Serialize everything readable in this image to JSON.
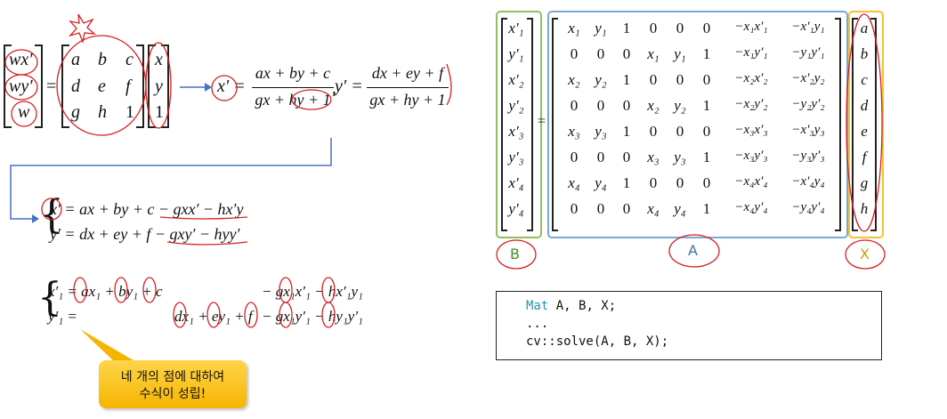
{
  "colors": {
    "box_b": "#8fbf5f",
    "box_a": "#7aa7d6",
    "box_x": "#f2c230",
    "arrow": "#4472c4",
    "annotation": "#d42020",
    "keyword": "#2b91af",
    "callout": "#f5b400"
  },
  "homography": {
    "lhs": [
      "wx′",
      "wy′",
      "w"
    ],
    "matrix": [
      [
        "a",
        "b",
        "c"
      ],
      [
        "d",
        "e",
        "f"
      ],
      [
        "g",
        "h",
        "1"
      ]
    ],
    "vec": [
      "x",
      "y",
      "1"
    ],
    "eq_sign": "=",
    "x_prime": "x′ =",
    "x_num": "ax + by + c",
    "x_den": "gx + hy + 1",
    "sep": ",",
    "y_prime": "y′ =",
    "y_num": "dx + ey + f",
    "y_den": "gx + hy + 1"
  },
  "linear": {
    "line1": "x′ = ax + by + c − gxx′ − hx′y",
    "line2": "y′ = dx + ey + f − gxy′ − hyy′"
  },
  "expanded": {
    "line1_left": "x′₁ = ax₁ + by₁ + c",
    "line1_right": "− gx₁x′₁ − hx′₁y₁",
    "line2_left": "y′₁ =",
    "line2_mid": "dx₁ + ey₁ + f",
    "line2_right": "− gx₁y′₁ − hy₁y′₁"
  },
  "callout": {
    "line1": "네 개의 점에 대하여",
    "line2": "수식이 성립!"
  },
  "system": {
    "b": [
      "x′₁",
      "y′₁",
      "x′₂",
      "y′₂",
      "x′₃",
      "y′₃",
      "x′₄",
      "y′₄"
    ],
    "a_rows": [
      [
        "x₁",
        "y₁",
        "1",
        "0",
        "0",
        "0",
        "−x₁x′₁",
        "−x′₁y₁"
      ],
      [
        "0",
        "0",
        "0",
        "x₁",
        "y₁",
        "1",
        "−x₁y′₁",
        "−y₁y′₁"
      ],
      [
        "x₂",
        "y₂",
        "1",
        "0",
        "0",
        "0",
        "−x₂x′₂",
        "−x′₂y₂"
      ],
      [
        "0",
        "0",
        "0",
        "x₂",
        "y₂",
        "1",
        "−x₂y′₂",
        "−y₂y′₂"
      ],
      [
        "x₃",
        "y₃",
        "1",
        "0",
        "0",
        "0",
        "−x₃x′₃",
        "−x′₃y₃"
      ],
      [
        "0",
        "0",
        "0",
        "x₃",
        "y₃",
        "1",
        "−x₃y′₃",
        "−y₃y′₃"
      ],
      [
        "x₄",
        "y₄",
        "1",
        "0",
        "0",
        "0",
        "−x₄x′₄",
        "−x′₄y₄"
      ],
      [
        "0",
        "0",
        "0",
        "x₄",
        "y₄",
        "1",
        "−x₄y′₄",
        "−y₄y′₄"
      ]
    ],
    "x": [
      "a",
      "b",
      "c",
      "d",
      "e",
      "f",
      "g",
      "h"
    ],
    "eq_sign": "=",
    "label_b": "B",
    "label_a": "A",
    "label_x": "X"
  },
  "code": {
    "line1_kw": "Mat",
    "line1_rest": " A, B, X;",
    "line2": "...",
    "line3": "cv::solve(A, B, X);"
  }
}
